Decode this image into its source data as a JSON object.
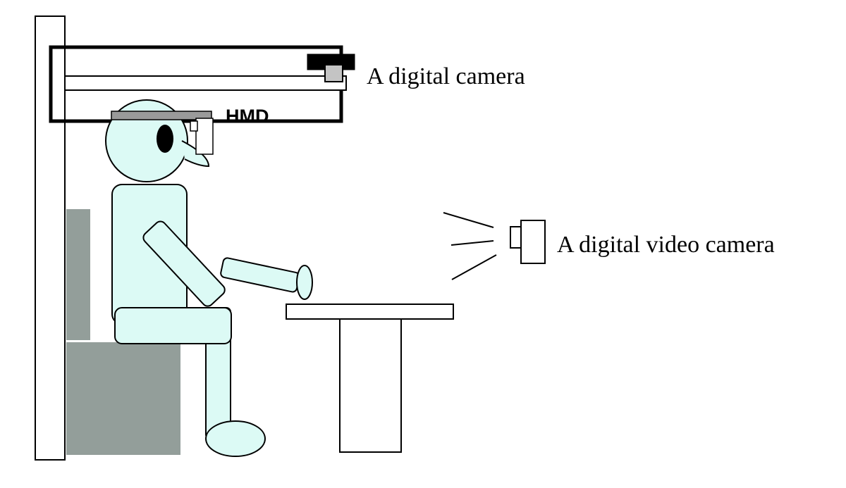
{
  "labels": {
    "digital_camera": "A digital camera",
    "hmd": "HMD",
    "video_camera": "A digital video camera"
  },
  "colors": {
    "skin": "#dcfaf5",
    "chair": "#939e9a",
    "hmd_visor": "#9a9a9a",
    "outline": "#000000",
    "camera_body": "#000000",
    "camera_lens": "#c4c4c4"
  }
}
